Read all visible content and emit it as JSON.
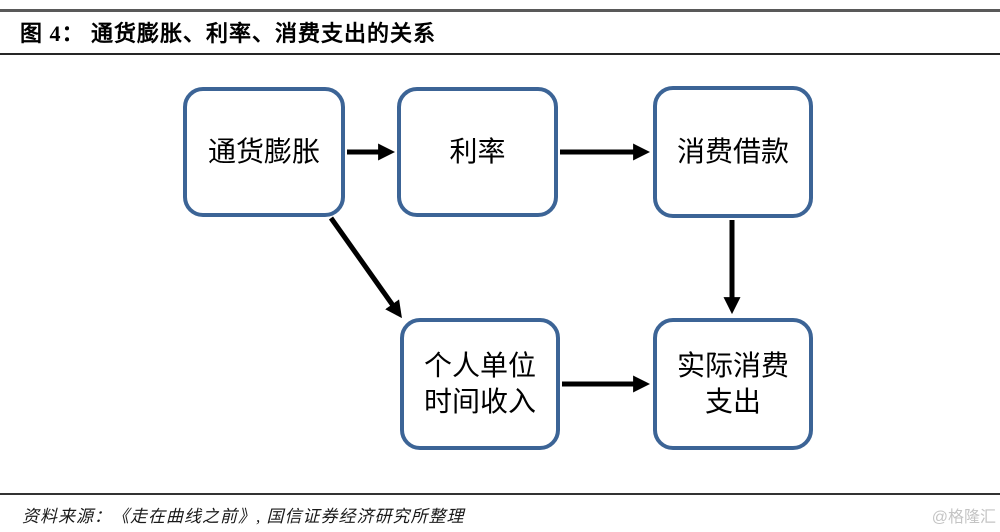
{
  "header": {
    "title": "图 4： 通货膨胀、利率、消费支出的关系"
  },
  "diagram": {
    "type": "flowchart",
    "box_border_color": "#3C6496",
    "box_fill_color": "#ffffff",
    "arrow_color": "#000000",
    "nodes": [
      {
        "id": "inflation",
        "label": "通货膨胀"
      },
      {
        "id": "interest-rate",
        "label": "利率"
      },
      {
        "id": "consumer-borrowing",
        "label": "消费借款"
      },
      {
        "id": "personal-income-per-unit-time",
        "label": "个人单位\n时间收入"
      },
      {
        "id": "actual-consumer-spending",
        "label": "实际消费\n支出"
      }
    ],
    "edges": [
      {
        "from": "inflation",
        "to": "interest-rate"
      },
      {
        "from": "interest-rate",
        "to": "consumer-borrowing"
      },
      {
        "from": "consumer-borrowing",
        "to": "actual-consumer-spending"
      },
      {
        "from": "inflation",
        "to": "personal-income-per-unit-time"
      },
      {
        "from": "personal-income-per-unit-time",
        "to": "actual-consumer-spending"
      }
    ]
  },
  "footer": {
    "source": "资料来源：《走在曲线之前》, 国信证券经济研究所整理",
    "watermark": "@格隆汇"
  }
}
